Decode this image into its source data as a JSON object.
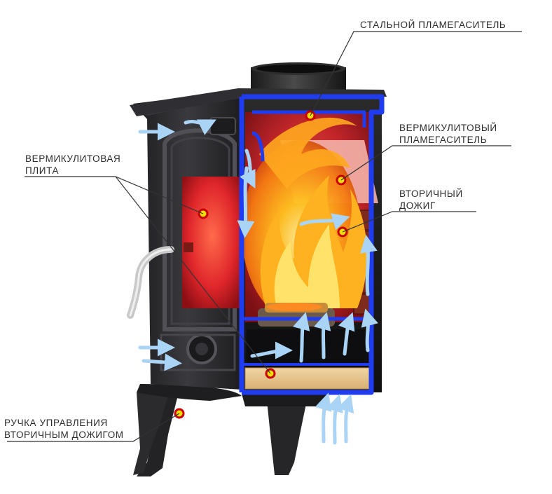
{
  "labels": {
    "steel_baffle": "СТАЛЬНОЙ ПЛАМЕГАСИТЕЛЬ",
    "vermiculite_baffle": [
      "ВЕРМИКУЛИТОВЫЙ",
      "ПЛАМЕГАСИТЕЛЬ"
    ],
    "secondary_burn": [
      "ВТОРИЧНЫЙ",
      "ДОЖИГ"
    ],
    "vermiculite_plate": [
      "ВЕРМИКУЛИТОВАЯ",
      "ПЛИТА"
    ],
    "secondary_burn_handle": [
      "РУЧКА УПРАВЛЕНИЯ",
      "ВТОРИЧНЫМ ДОЖИГОМ"
    ]
  },
  "colors": {
    "stove_body": "#2a2a2d",
    "cutaway_outline": "#1f3cf0",
    "firebox_red": "#e0262b",
    "flame_orange": "#f7941d",
    "flame_yellow": "#ffd43a",
    "airflow_blue": "#a9d4f5",
    "hotspot": "#f3e000",
    "vermiculite_board": "#e9c892",
    "label_line": "#333333"
  },
  "icons": [
    "stove-icon",
    "flame-icon",
    "airflow-arrow-icon",
    "hotspot-dot-icon"
  ]
}
